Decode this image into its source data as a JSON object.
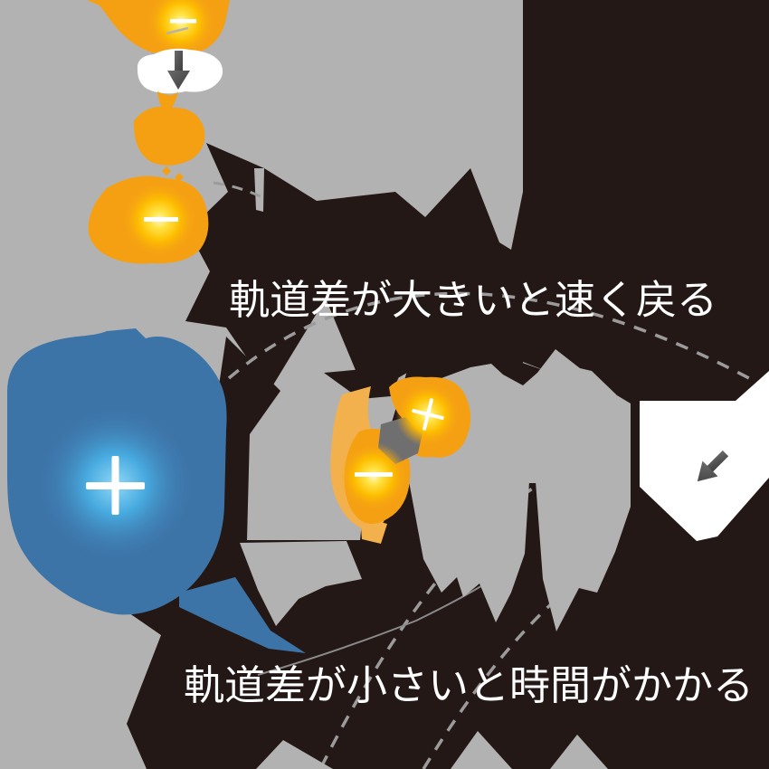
{
  "diagram": {
    "title": "electron orbital-difference diagram",
    "captions": {
      "large_diff": "軌道差が大きいと速く戻る",
      "small_diff": "軌道差が小さいと時間がかかる"
    },
    "symbols": {
      "nucleus_charge": "+",
      "electron_charge_top": "−",
      "electron_charge_falling": "−",
      "hole_charge": "+",
      "electron_charge_trapped": "−"
    },
    "icons": [
      "down-arrow-icon",
      "down-left-arrow-icon"
    ],
    "colors": {
      "background_gray": "#b2b2b2",
      "dark": "#231815",
      "orange": "#F5A013",
      "amber": "#F2B14D",
      "glow_yellow": "#FFE345",
      "blue": "#3D74A8",
      "blue_glow_center": "#8FD8F8",
      "white": "#FFFFFF",
      "mid_gray": "#6F6F6F",
      "arrow_gray": "#4D4D4D",
      "dash_gray": "#9B9B9B"
    }
  }
}
